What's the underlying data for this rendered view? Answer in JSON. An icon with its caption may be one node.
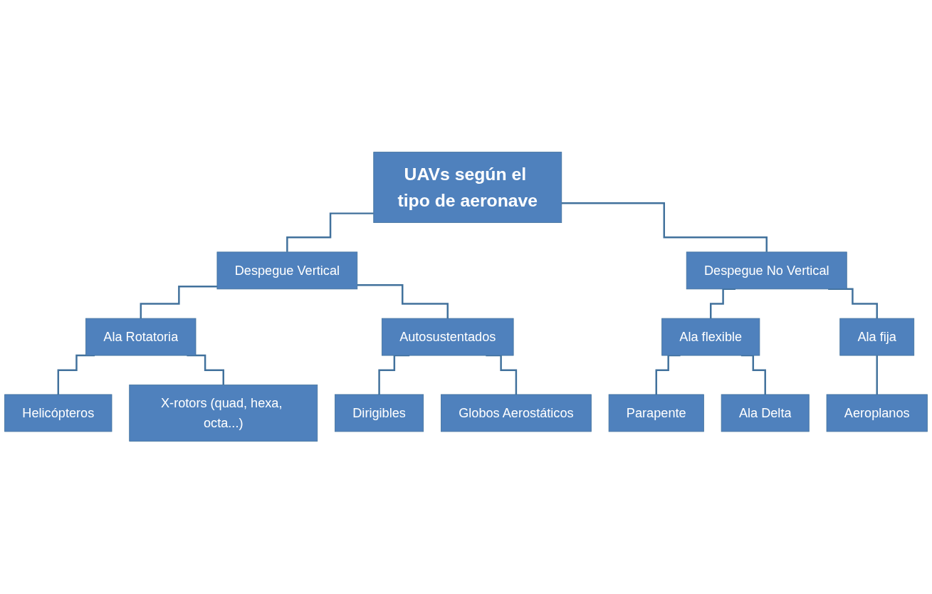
{
  "diagram": {
    "nodes": [
      {
        "text": [
          "UAVs según el tipo de aeronave"
        ]
      },
      {
        "text": [
          "Despegue Vertical"
        ]
      },
      {
        "text": [
          "Despegue No Vertical"
        ]
      },
      {
        "text": [
          "Ala Rotatoria"
        ]
      },
      {
        "text": [
          "Autosustentados"
        ]
      },
      {
        "text": [
          "Ala flexible"
        ]
      },
      {
        "text": [
          "Ala fija"
        ]
      },
      {
        "text": [
          "Helicópteros"
        ]
      },
      {
        "text": [
          "X-rotors (quad, hexa, octa...)"
        ]
      },
      {
        "text": [
          "Dirigibles"
        ]
      },
      {
        "text": [
          "Globos Aerostáticos"
        ]
      },
      {
        "text": [
          "Parapente"
        ]
      },
      {
        "text": [
          "Ala Delta"
        ]
      },
      {
        "text": [
          "Aeroplanos"
        ]
      }
    ],
    "edges": [
      {
        "from": 0,
        "to": 1,
        "arrow": "none"
      },
      {
        "from": 0,
        "to": 2,
        "arrow": "none"
      },
      {
        "from": 1,
        "to": 3,
        "arrow": "none"
      },
      {
        "from": 1,
        "to": 4,
        "arrow": "none"
      },
      {
        "from": 2,
        "to": 5,
        "arrow": "none"
      },
      {
        "from": 2,
        "to": 6,
        "arrow": "none"
      },
      {
        "from": 3,
        "to": 7,
        "arrow": "none"
      },
      {
        "from": 3,
        "to": 8,
        "arrow": "none"
      },
      {
        "from": 4,
        "to": 9,
        "arrow": "none"
      },
      {
        "from": 4,
        "to": 10,
        "arrow": "none"
      },
      {
        "from": 5,
        "to": 11,
        "arrow": "none"
      },
      {
        "from": 5,
        "to": 12,
        "arrow": "none"
      },
      {
        "from": 6,
        "to": 13,
        "arrow": "none"
      }
    ]
  }
}
